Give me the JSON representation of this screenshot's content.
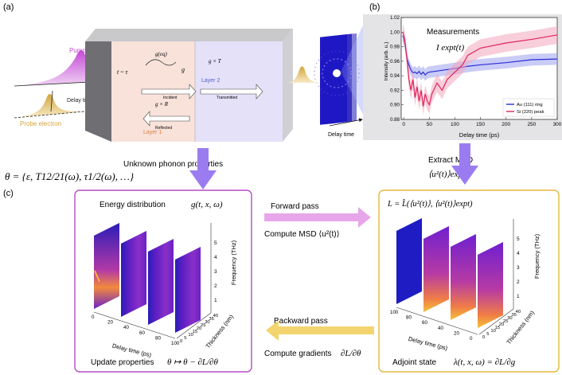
{
  "panels": {
    "a": "(a)",
    "b": "(b)",
    "c": "(c)"
  },
  "panel_a": {
    "pump_label": "Pump laser",
    "probe_label": "Probe electron",
    "delay_label": "Delay time",
    "layer1": "Layer 1",
    "layer2": "Layer 2",
    "relax_time": "t ~ τ",
    "g_eq": "g(eq)",
    "g": "g",
    "incident": "Incident",
    "reflected": "Reflected",
    "transmitted": "Transmitted",
    "g_times_T": "g × T",
    "g_times_R": "g × R",
    "detector_delay": "Delay time"
  },
  "panel_b": {
    "measurements_title": "Measurements",
    "measurements_formula": "I expt(t)"
  },
  "chart_data": {
    "type": "line",
    "xlabel": "Delay time (ps)",
    "ylabel": "Intensity (arb. u.)",
    "xlim": [
      -5,
      300
    ],
    "ylim": [
      0.88,
      1.02
    ],
    "xticks": [
      "0",
      "50",
      "100",
      "150",
      "200",
      "250",
      "300"
    ],
    "yticks": [
      "0.88",
      "0.90",
      "0.92",
      "0.94",
      "0.96",
      "0.98",
      "1.00",
      "1.02"
    ],
    "legend_position": "bottom-right",
    "series": [
      {
        "name": "Au (111) ring",
        "color": "#2b2bd6",
        "band_color": "#9da2ee",
        "x": [
          -2,
          2,
          6,
          10,
          14,
          18,
          22,
          26,
          30,
          34,
          38,
          42,
          46,
          50,
          60,
          80,
          100,
          125,
          150,
          200,
          250,
          300
        ],
        "y": [
          0.995,
          0.985,
          0.965,
          0.955,
          0.948,
          0.944,
          0.945,
          0.943,
          0.946,
          0.942,
          0.945,
          0.941,
          0.944,
          0.945,
          0.946,
          0.948,
          0.95,
          0.953,
          0.955,
          0.958,
          0.962,
          0.963
        ],
        "band": 0.008
      },
      {
        "name": "Si (220) peak",
        "color": "#e0245e",
        "band_color": "#f2a5bc",
        "x": [
          -2,
          2,
          6,
          10,
          14,
          18,
          22,
          26,
          30,
          34,
          38,
          42,
          46,
          50,
          55,
          65,
          75,
          85,
          100,
          115,
          125,
          150,
          200,
          250,
          300
        ],
        "y": [
          1.0,
          0.99,
          0.965,
          0.935,
          0.92,
          0.935,
          0.91,
          0.925,
          0.905,
          0.92,
          0.898,
          0.915,
          0.905,
          0.9,
          0.915,
          0.93,
          0.92,
          0.935,
          0.945,
          0.955,
          0.968,
          0.978,
          0.985,
          0.99,
          0.996
        ],
        "band": 0.012
      }
    ]
  },
  "middle": {
    "unknown_title": "Unknown phonon properties",
    "theta_formula": "θ = {ε, T12/21(ω), τ1/2(ω), …}",
    "extract_title": "Extract MSD",
    "msd_formula": "⟨u²(t)⟩expt"
  },
  "panel_c": {
    "left_title": "Energy distribution",
    "left_formula": "g(t, x, ω)",
    "loss_formula": "L = L̂(⟨u²(t)⟩, ⟨u²(t)⟩expt)",
    "forward_label": "Forward pass",
    "compute_msd_label": "Compute MSD ⟨u²(t)⟩",
    "backward_label": "Backward pass",
    "compute_grad_label": "Compute gradients",
    "update_label": "Update properties",
    "update_formula": "θ ↦ θ − ∂L/∂θ",
    "grad_formula": "∂L/∂θ",
    "adjoint_label": "Adjoint state",
    "adjoint_formula": "λ(t, x, ω) = ∂L/∂g",
    "axis_frequency": "Frequency (THz)",
    "axis_thickness": "Thickness (nm)",
    "axis_delay": "Delay time (ps)",
    "freq_ticks": [
      "1",
      "2",
      "3",
      "4",
      "5"
    ],
    "thick_ticks": [
      "0",
      "5",
      "10",
      "15",
      "20",
      "25",
      "30",
      "35",
      "40"
    ],
    "delay_ticks_left": [
      "0",
      "20",
      "40",
      "60",
      "80",
      "100"
    ],
    "delay_ticks_right": [
      "100",
      "80",
      "60",
      "40",
      "20",
      "0"
    ]
  },
  "colors": {
    "left_box_border": "#b64cc4",
    "right_box_border": "#e3b93b",
    "purple_arrow": "#9b7cf0",
    "forward_arrow": "#e7a6ea",
    "backward_arrow": "#f3d46e",
    "layer1_fill": "#f8e2da",
    "layer2_fill": "#e4e1f9"
  }
}
